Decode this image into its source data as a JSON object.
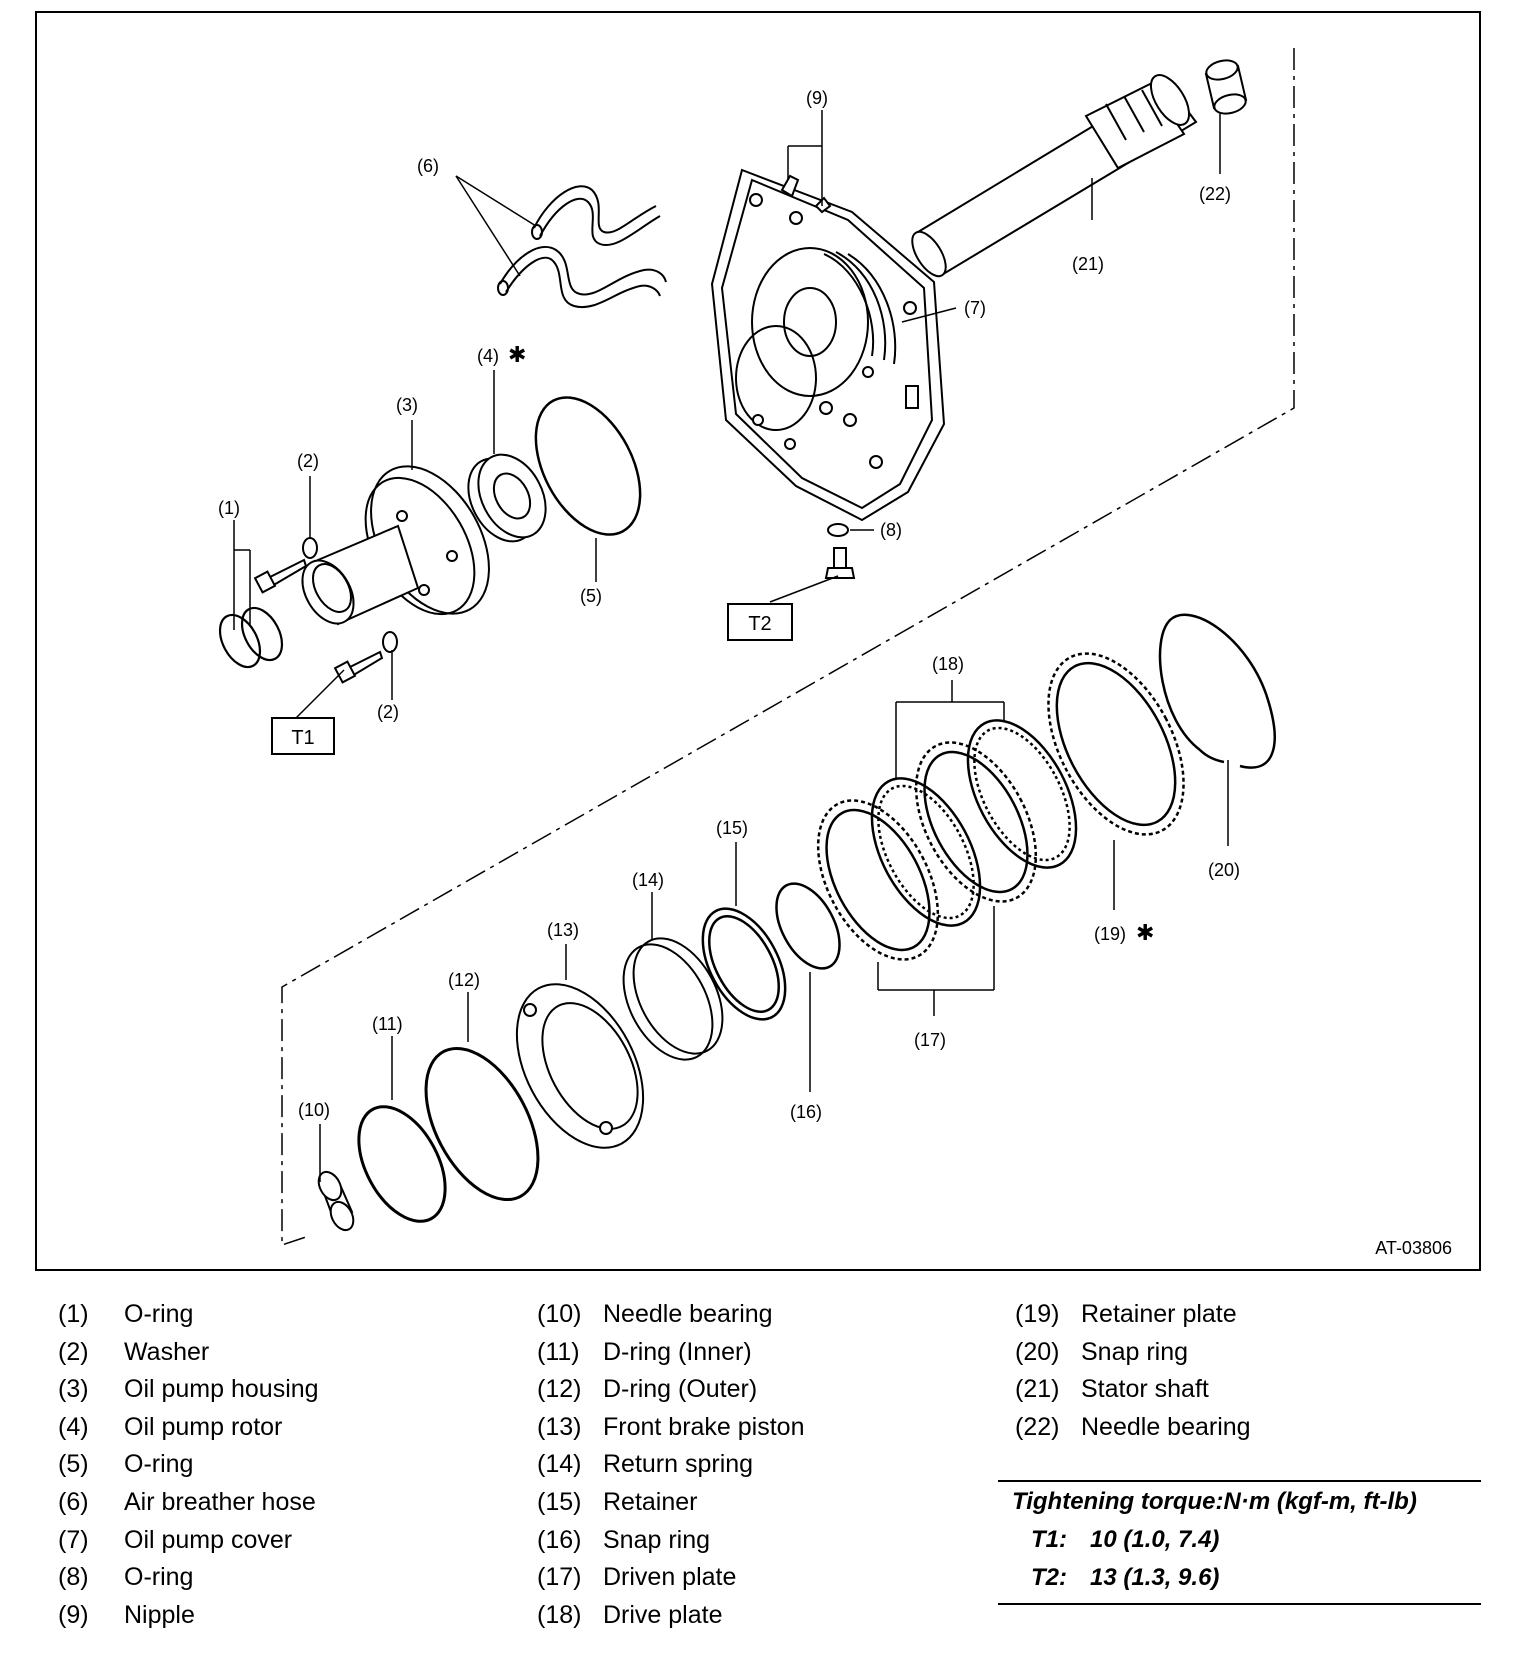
{
  "figure_id": "AT-03806",
  "callouts": {
    "c1": "(1)",
    "c2a": "(2)",
    "c2b": "(2)",
    "c3": "(3)",
    "c4": "(4)",
    "c5": "(5)",
    "c6": "(6)",
    "c7": "(7)",
    "c8": "(8)",
    "c9": "(9)",
    "c10": "(10)",
    "c11": "(11)",
    "c12": "(12)",
    "c13": "(13)",
    "c14": "(14)",
    "c15": "(15)",
    "c16": "(16)",
    "c17": "(17)",
    "c18": "(18)",
    "c19": "(19)",
    "c20": "(20)",
    "c21": "(21)",
    "c22": "(22)",
    "star": "✱",
    "t1": "T1",
    "t2": "T2"
  },
  "legend": [
    [
      {
        "num": "(1)",
        "name": "O-ring"
      },
      {
        "num": "(2)",
        "name": "Washer"
      },
      {
        "num": "(3)",
        "name": "Oil pump housing"
      },
      {
        "num": "(4)",
        "name": "Oil pump rotor"
      },
      {
        "num": "(5)",
        "name": "O-ring"
      },
      {
        "num": "(6)",
        "name": "Air breather hose"
      },
      {
        "num": "(7)",
        "name": "Oil pump cover"
      },
      {
        "num": "(8)",
        "name": "O-ring"
      },
      {
        "num": "(9)",
        "name": "Nipple"
      }
    ],
    [
      {
        "num": "(10)",
        "name": "Needle bearing"
      },
      {
        "num": "(11)",
        "name": "D-ring (Inner)"
      },
      {
        "num": "(12)",
        "name": "D-ring (Outer)"
      },
      {
        "num": "(13)",
        "name": "Front brake piston"
      },
      {
        "num": "(14)",
        "name": "Return spring"
      },
      {
        "num": "(15)",
        "name": "Retainer"
      },
      {
        "num": "(16)",
        "name": "Snap ring"
      },
      {
        "num": "(17)",
        "name": "Driven plate"
      },
      {
        "num": "(18)",
        "name": "Drive plate"
      }
    ],
    [
      {
        "num": "(19)",
        "name": "Retainer plate"
      },
      {
        "num": "(20)",
        "name": "Snap ring"
      },
      {
        "num": "(21)",
        "name": "Stator shaft"
      },
      {
        "num": "(22)",
        "name": "Needle bearing"
      }
    ]
  ],
  "torque": {
    "title": "Tightening torque:N·m (kgf-m, ft-lb)",
    "rows": [
      {
        "label": "T1:",
        "value": "10 (1.0, 7.4)"
      },
      {
        "label": "T2:",
        "value": "13 (1.3, 9.6)"
      }
    ]
  }
}
